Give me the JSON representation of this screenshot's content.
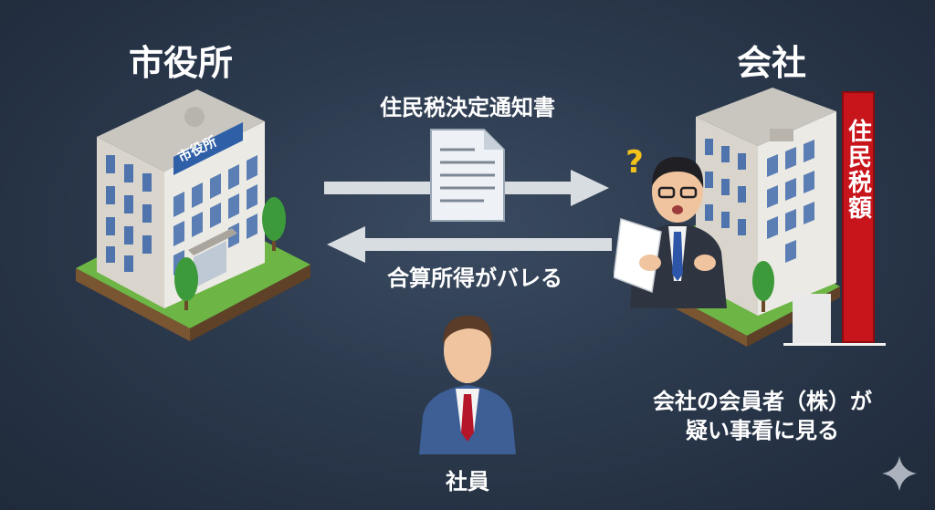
{
  "labels": {
    "city_hall": "市役所",
    "city_hall_sign": "市役所",
    "company": "会社",
    "notice": "住民税決定通知書",
    "income_exposed": "合算所得がバレる",
    "employee": "社員",
    "suspicion_line1": "会社の会員者（株）が",
    "suspicion_line2": "疑い事看に見る",
    "tax_bar": "住民税額",
    "question_mark": "?"
  },
  "colors": {
    "background": "#2c3a4e",
    "arrow": "#d8dde2",
    "tax_bar": "#c8141b",
    "building_wall": "#e4e2dc",
    "window": "#5b7fb5",
    "grass": "#6db544",
    "question_mark": "#f2c21b"
  },
  "icons": [
    "city-hall-building-icon",
    "company-building-icon",
    "document-icon",
    "surprised-manager-icon",
    "employee-icon",
    "sparkle-icon"
  ]
}
